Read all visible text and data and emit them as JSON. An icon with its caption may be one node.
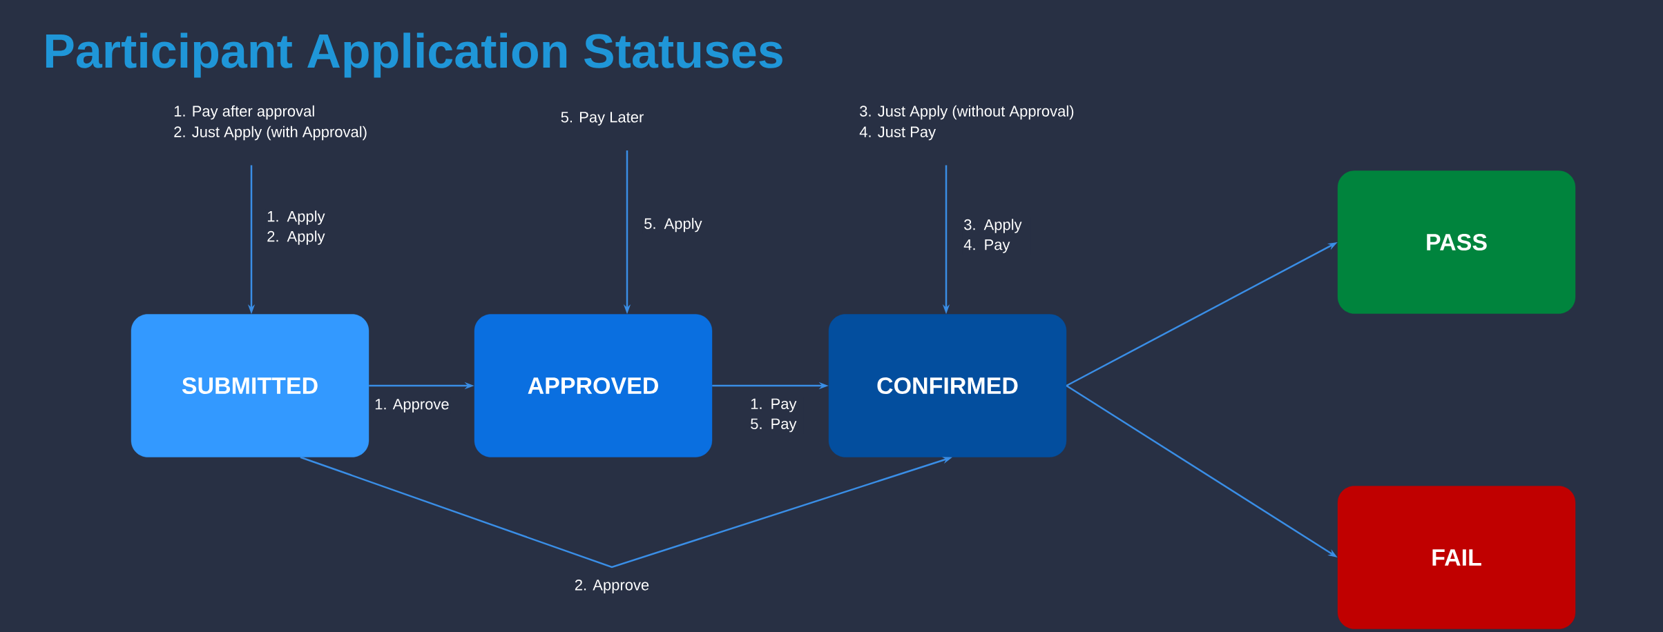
{
  "diagram": {
    "title": "Participant Application Statuses",
    "nodes": [
      {
        "text": [
          "1. Pay after approval",
          "2. Just Apply (with Approval)"
        ]
      },
      {
        "text": [
          "5. Pay Later"
        ]
      },
      {
        "text": [
          "3. Just Apply (without Approval)",
          "4. Just Pay"
        ]
      },
      {
        "text": [
          "SUBMITTED"
        ]
      },
      {
        "text": [
          "APPROVED"
        ]
      },
      {
        "text": [
          "CONFIRMED"
        ]
      },
      {
        "text": [
          "PASS"
        ]
      },
      {
        "text": [
          "FAIL"
        ]
      }
    ],
    "edges": [
      {
        "from": 0,
        "to": 3,
        "arrow": "to",
        "label": "1. Apply 2. Apply"
      },
      {
        "from": 1,
        "to": 4,
        "arrow": "to",
        "label": "5. Apply"
      },
      {
        "from": 2,
        "to": 5,
        "arrow": "to",
        "label": "3. Apply 4. Pay"
      },
      {
        "from": 3,
        "to": 4,
        "arrow": "to",
        "label": "1. Approve"
      },
      {
        "from": 4,
        "to": 5,
        "arrow": "to",
        "label": "1. Pay 5. Pay"
      },
      {
        "from": 3,
        "to": 5,
        "arrow": "to",
        "label": "2. Approve"
      },
      {
        "from": 5,
        "to": 6,
        "arrow": "to"
      },
      {
        "from": 5,
        "to": 7,
        "arrow": "to"
      }
    ]
  }
}
